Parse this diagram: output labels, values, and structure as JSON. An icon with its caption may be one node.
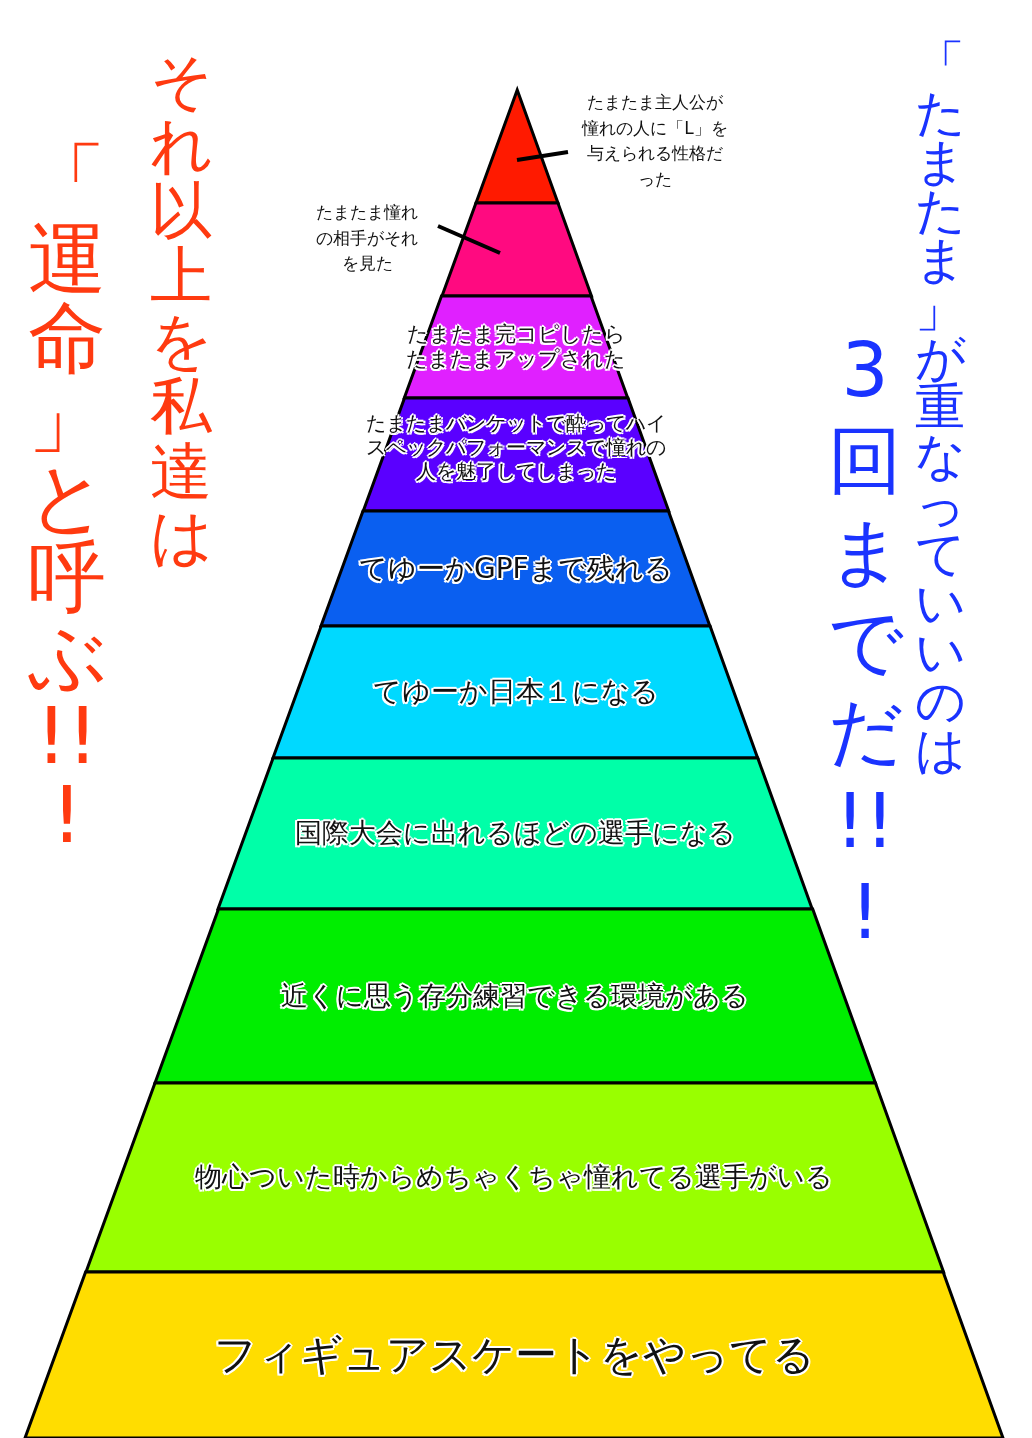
{
  "diagram": {
    "nodes": [
      {
        "text": [
          "たまたま主人公が憧れの人に「L」を与えられる性格だった"
        ]
      },
      {
        "text": [],
        "shape": "triangle"
      },
      {
        "text": [
          "たまたま憧れの相手がそれを見た"
        ]
      },
      {
        "text": [],
        "shape": "trapezoid"
      },
      {
        "text": [
          "たまたま完コピしたらたまたまアップされた"
        ]
      },
      {
        "text": [
          "たまたまバンケットで酔ってハイスペックパフォーマンスで憧れの人を魅了してしまった"
        ]
      },
      {
        "text": [
          "てゆーかGPFまで残れる"
        ]
      },
      {
        "text": [
          "てゆーか日本１になる"
        ]
      },
      {
        "text": [
          "国際大会に出れるほどの選手になる"
        ]
      },
      {
        "text": [
          "近くに思う存分練習できる環境がある"
        ]
      },
      {
        "text": [
          "物心ついた時からめちゃくちゃ憧れてる選手がいる"
        ]
      },
      {
        "text": [
          "フィギュアスケートをやってる"
        ]
      }
    ],
    "edges": [
      {
        "from": 0,
        "to": 1,
        "arrow": "none"
      },
      {
        "from": 2,
        "to": 3,
        "arrow": "none"
      }
    ],
    "labels": [
      "それ以上を私達は",
      "「運命」と呼ぶ!!!",
      "「たまたま」が重なっていいのは",
      "3回までだ!!!"
    ]
  }
}
